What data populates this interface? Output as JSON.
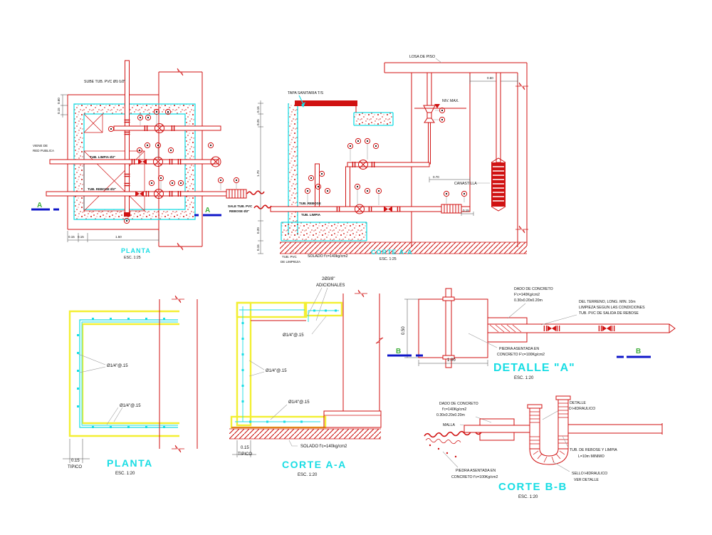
{
  "drawing": {
    "plan_top": {
      "title": "PLANTA",
      "scale": "ESC. 1:25",
      "riser_label": "SUBE TUB. PVC Ø1 1/2\"",
      "pipe_label_1": "TUB. LIMPIA Ø2\"",
      "pipe_label_2": "TUB. REBOSE Ø2\"",
      "left_note_1": "VIENE DE",
      "left_note_2": "RED PUBLICA",
      "right_note_1": "SALE TUB. PVC",
      "right_note_2": "REBOSE Ø2\"",
      "dim_left_1": "0.60",
      "dim_left_2": "0.15",
      "dim_bottom_1": "0.15",
      "dim_bottom_2": "0.15",
      "dim_bottom_3": "1.50",
      "mark_left": "A",
      "mark_right": "A"
    },
    "section_top": {
      "title": "CORTE A-A",
      "scale": "ESC. 1:25",
      "losa_label": "LOSA DE PISO",
      "tapa_label": "TAPA SANITARIA T/S",
      "niv_label": "NIV. MAX.",
      "canastilla_label": "CANASTILLA",
      "pipe_label_1": "TUB. REBOSE",
      "pipe_label_2": "TUB. LIMPIA",
      "limpieza_note_1": "TUB. PVC",
      "limpieza_note_2": "DE LIMPIEZA",
      "solado_label": "SOLADO f'c=140kg/cm2",
      "dim_top": "0.60",
      "dim_wall_1": "0.15",
      "dim_wall_2": "0.25",
      "dim_height": "1.70",
      "dim_mid": "0.70",
      "dim_right": "0.15",
      "dim_bottom_1": "0.20",
      "dim_bottom_2": "0.15"
    },
    "plan_struct": {
      "title": "PLANTA",
      "scale": "ESC. 1:20",
      "rebar_label_1": "Ø1/4\"@.15",
      "rebar_label_2": "Ø1/4\"@.15",
      "dim_value": "0.15",
      "dim_note": "TIPICO"
    },
    "section_struct": {
      "title": "CORTE A-A",
      "scale": "ESC. 1:20",
      "adicionales_1": "2Ø3/8\"",
      "adicionales_2": "ADICIONALES",
      "rebar_label_1": "Ø1/4\"@.15",
      "rebar_label_2": "Ø1/4\"@.15",
      "rebar_label_3": "Ø1/4\"@.15",
      "solado_label": "SOLADO f'c=140kg/cm2",
      "dim_value": "0.15",
      "dim_note": "TIPICO"
    },
    "detail_a": {
      "title": "DETALLE \"A\"",
      "scale": "ESC. 1:20",
      "dado_note_1": "DADO DE CONCRETO",
      "dado_note_2": "F'c=140Kg/cm2",
      "dado_note_3": "0.30x0.20x0.20m",
      "tub_note_1": "DEL TERRENO, LONG. MIN. 10m",
      "tub_note_2": "LIMPIEZA SEGUN LAS CONDICIONES",
      "tub_note_3": "TUB. PVC DE SALIDA DE REBOSE",
      "piedra_note_1": "PIEDRA ASENTADA EN",
      "piedra_note_2": "CONCRETO F'c=100Kg/cm2",
      "dim_width": "1.00",
      "dim_height": "0.50",
      "mark_left": "B",
      "mark_right": "B"
    },
    "corte_bb": {
      "title": "CORTE B-B",
      "scale": "ESC. 1:20",
      "dado_note_1": "DADO DE CONCRETO",
      "dado_note_2": "f'c=140Kg/cm2",
      "dado_note_3": "0.30x0.20x0.20m",
      "ver_detalle_1": "VER DETALLE",
      "ver_detalle_2": "SELLO HIDRAULICO",
      "malla_label": "MALLA",
      "tub_note_1": "TUB. DE REBOSE Y LIMPIA",
      "tub_note_2": "L=10m MINIMO",
      "piedra_note_1": "PIEDRA ASENTADA EN",
      "piedra_note_2": "CONCRETO f'c=100Kg/cm2",
      "sello_note_1": "SELLO HIDRAULICO",
      "sello_note_2": "VER DETALLE"
    }
  }
}
